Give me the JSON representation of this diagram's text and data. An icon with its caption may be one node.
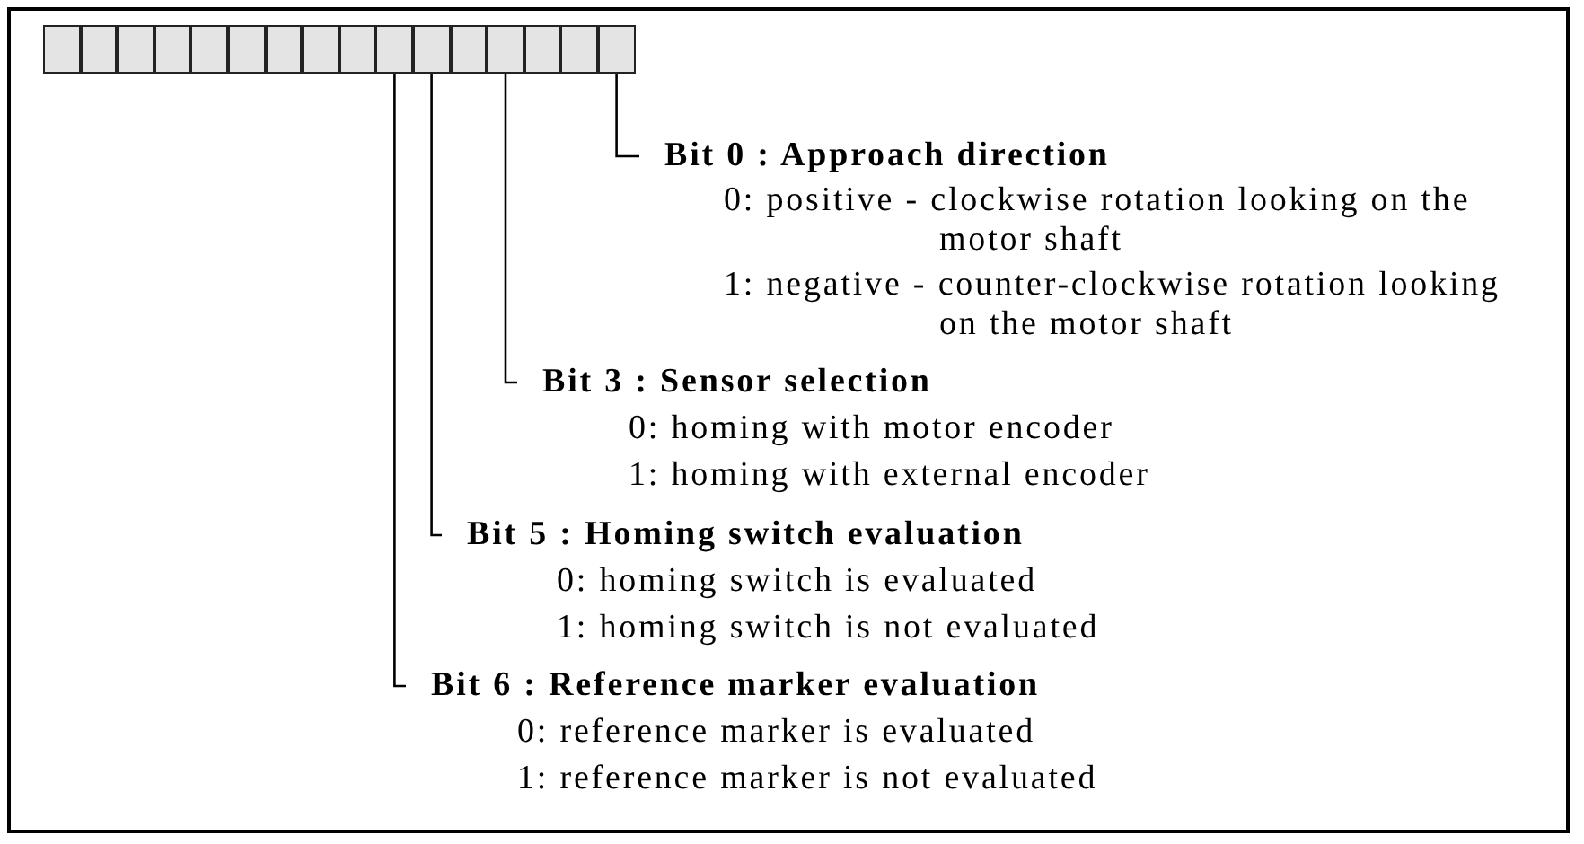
{
  "diagram": {
    "nodes": [
      {
        "text": [],
        "shape": "box"
      },
      {
        "text": [],
        "shape": "box"
      },
      {
        "text": [],
        "shape": "box"
      },
      {
        "text": [],
        "shape": "box"
      },
      {
        "text": [],
        "shape": "box"
      },
      {
        "text": [],
        "shape": "box"
      },
      {
        "text": [],
        "shape": "box"
      },
      {
        "text": [],
        "shape": "box"
      },
      {
        "text": [],
        "shape": "box"
      },
      {
        "text": [],
        "shape": "box"
      },
      {
        "text": [],
        "shape": "box"
      },
      {
        "text": [],
        "shape": "box"
      },
      {
        "text": [],
        "shape": "box"
      },
      {
        "text": [],
        "shape": "box"
      },
      {
        "text": [],
        "shape": "box"
      },
      {
        "text": [],
        "shape": "box"
      },
      {
        "text": [
          "Bit 0 : Approach direction",
          "0: positive - clockwise rotation looking on the motor shaft",
          "1: negative - counter-clockwise rotation looking on the motor shaft"
        ]
      },
      {
        "text": [
          "Bit 3 : Sensor selection",
          "0: homing with motor encoder",
          "1: homing with external encoder"
        ]
      },
      {
        "text": [
          "Bit 5 : Homing switch evaluation",
          "0: homing switch is evaluated",
          "1: homing switch is not evaluated"
        ]
      },
      {
        "text": [
          "Bit 6 : Reference marker evaluation",
          "0: reference marker is evaluated",
          "1: reference marker is not evaluated"
        ]
      }
    ],
    "edges": [
      {
        "from": 15,
        "to": 16,
        "arrow": "none"
      },
      {
        "from": 12,
        "to": 17,
        "arrow": "none"
      },
      {
        "from": 10,
        "to": 18,
        "arrow": "none"
      },
      {
        "from": 9,
        "to": 19,
        "arrow": "none"
      }
    ]
  }
}
